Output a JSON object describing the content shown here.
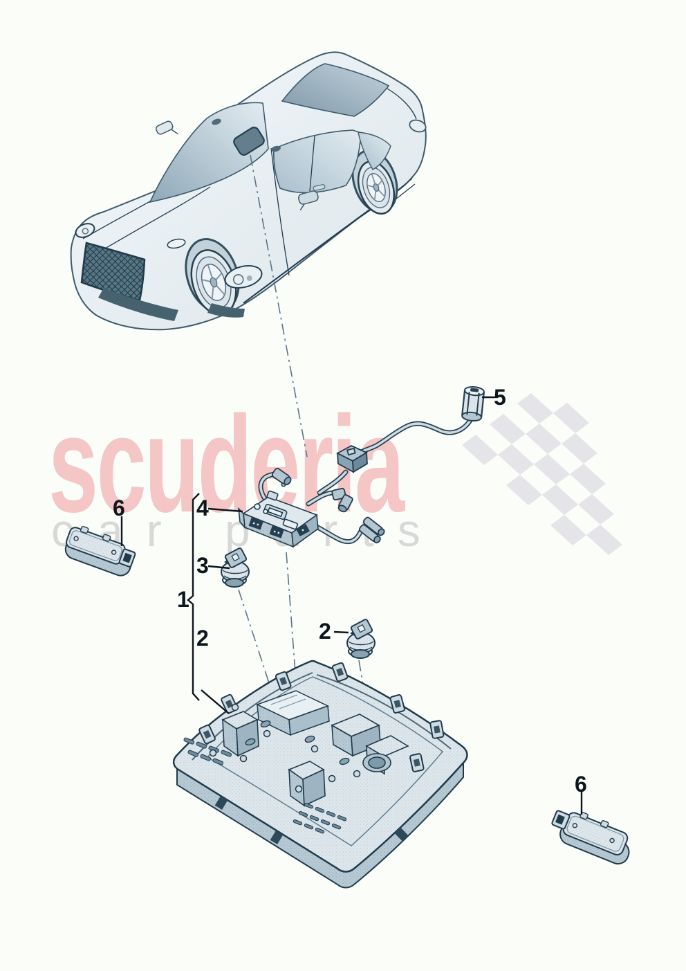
{
  "page": {
    "background": "#fbfdf9"
  },
  "watermark": {
    "brand": "scuderia",
    "subtitle": "car parts",
    "brand_color": "#f5c6c6",
    "subtitle_color": "#d8d8d8",
    "flag_color": "#e4e4e9"
  },
  "diagram": {
    "callouts": {
      "assembly": "1",
      "housing": "2",
      "swivel_lamp_right": "2",
      "swivel_lamp_left": "3",
      "interface_module": "4",
      "wiring_harness": "5",
      "reading_lamp_left": "6",
      "reading_lamp_right": "6"
    }
  }
}
